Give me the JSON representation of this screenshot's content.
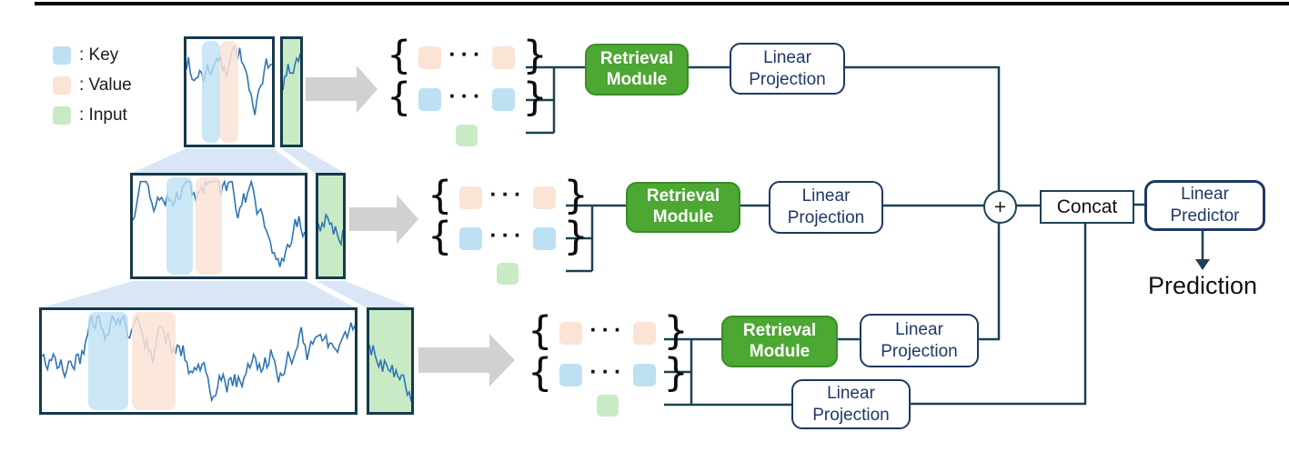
{
  "colors": {
    "key": "#BDE0F3",
    "value": "#FBE3D6",
    "input": "#C8EBC6",
    "module": "#4CA733",
    "module_border": "#3C8B27",
    "navy": "#1F3864",
    "line": "#1C4254",
    "series": "#2E75B6",
    "arrow": "#D2D0D0",
    "trapezoid": "#D9E6F5",
    "panel_border": "#16394C"
  },
  "legend": {
    "items": [
      {
        "name": "key",
        "label": ": Key"
      },
      {
        "name": "value",
        "label": ": Value"
      },
      {
        "name": "input",
        "label": ": Input"
      }
    ]
  },
  "boxes": {
    "retrieval_module": {
      "line1": "Retrieval",
      "line2": "Module"
    },
    "linear_projection": {
      "line1": "Linear",
      "line2": "Projection"
    },
    "concat": "Concat",
    "linear_predictor": {
      "line1": "Linear",
      "line2": "Predictor"
    }
  },
  "symbols": {
    "brace_open": "{",
    "brace_close": "}",
    "ellipsis": "···",
    "plus": "+"
  },
  "output_label": "Prediction"
}
